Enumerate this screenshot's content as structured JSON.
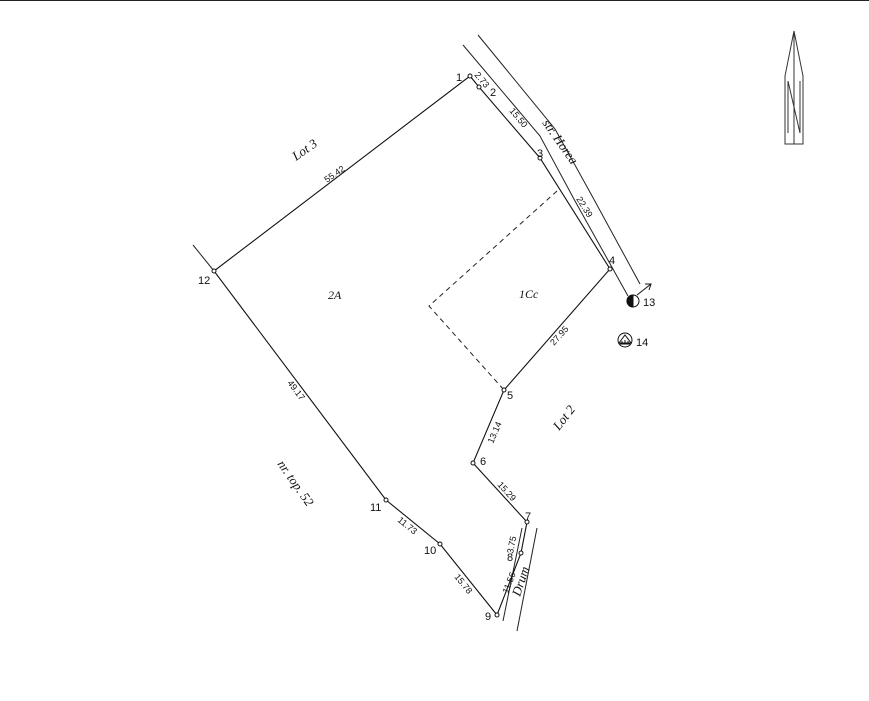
{
  "points": [
    {
      "id": "p1",
      "label": "1"
    },
    {
      "id": "p2",
      "label": "2"
    },
    {
      "id": "p3",
      "label": "3"
    },
    {
      "id": "p4",
      "label": "4"
    },
    {
      "id": "p5",
      "label": "5"
    },
    {
      "id": "p6",
      "label": "6"
    },
    {
      "id": "p7",
      "label": "7"
    },
    {
      "id": "p8",
      "label": "8"
    },
    {
      "id": "p9",
      "label": "9"
    },
    {
      "id": "p10",
      "label": "10"
    },
    {
      "id": "p11",
      "label": "11"
    },
    {
      "id": "p12",
      "label": "12"
    }
  ],
  "lengths": {
    "s1_2": "2.73",
    "s2_3": "15.50",
    "s3_4": "22.39",
    "s4_5": "27.95",
    "s5_6": "13.14",
    "s6_7": "15.29",
    "s7_8": "3.75",
    "s8_9": "11.56",
    "s9_10": "15.78",
    "s10_11": "11.73",
    "s11_12": "49.17",
    "s12_1": "55.42"
  },
  "areas": {
    "parcel_2a": "2A",
    "parcel_1cc": "1Cc"
  },
  "neighbors": {
    "lot3": "Lot 3",
    "lot2": "Lot 2",
    "nr_top": "nr. top. 52"
  },
  "streets": {
    "horea": "str. Horea",
    "drum": "Drum"
  },
  "symbols": {
    "s13": "13",
    "s14": "14"
  },
  "north_arrow_letter": "N"
}
